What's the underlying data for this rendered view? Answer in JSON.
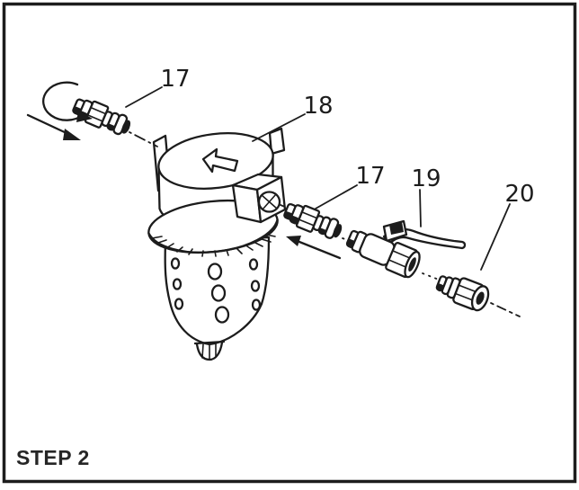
{
  "figure": {
    "step_label": "STEP 2",
    "callouts": [
      {
        "id": "inlet-fitting",
        "label": "17"
      },
      {
        "id": "filter-assembly",
        "label": "18"
      },
      {
        "id": "outlet-fitting",
        "label": "17"
      },
      {
        "id": "shutoff-valve",
        "label": "19"
      },
      {
        "id": "hose-fitting",
        "label": "20"
      }
    ],
    "colors": {
      "ink": "#1c1c1c",
      "paper": "#ffffff",
      "border": "#1d1d1d"
    }
  }
}
